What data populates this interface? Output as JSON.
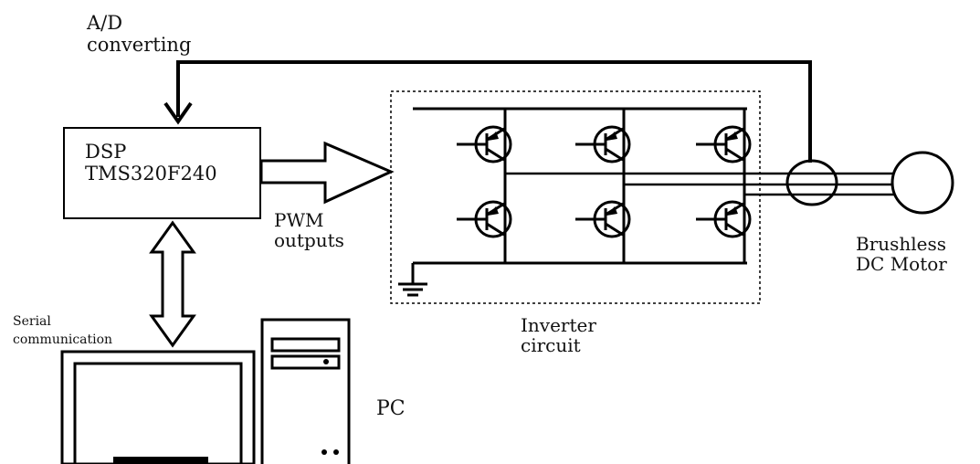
{
  "labels": {
    "ad": [
      "A/D",
      "converting"
    ],
    "dsp": [
      "DSP",
      "TMS320F240"
    ],
    "pwm": [
      "PWM",
      "outputs"
    ],
    "serial": [
      "Serial",
      "communication"
    ],
    "inverter": [
      "Inverter",
      "circuit"
    ],
    "motor": [
      "Brushless",
      "DC Motor"
    ],
    "pc": "PC"
  }
}
